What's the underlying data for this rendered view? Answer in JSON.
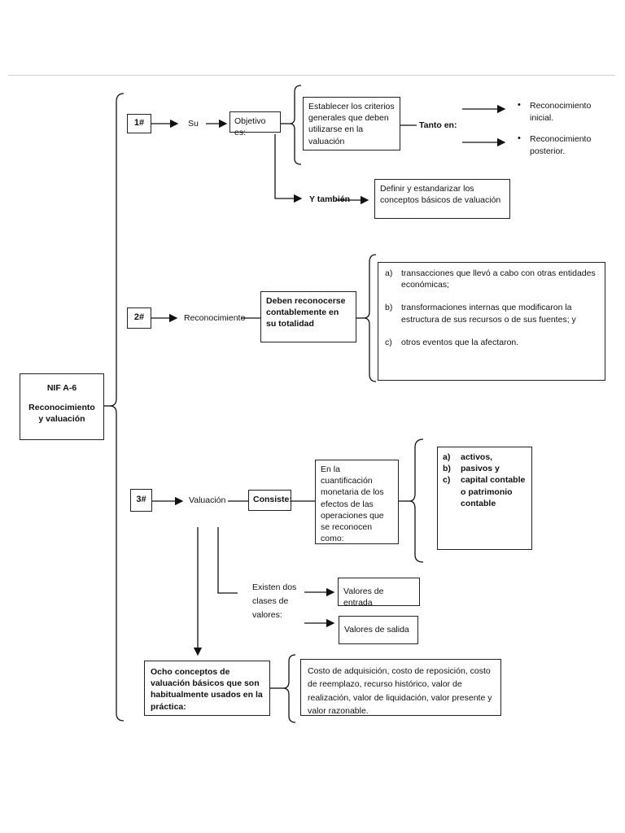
{
  "root": {
    "title": "NIF A-6",
    "subtitle": "Reconocimiento y valuación"
  },
  "sec1": {
    "num": "1#",
    "su": "Su",
    "objetivo": "Objetivo es:",
    "criterios": "Establecer los criterios generales que deben utilizarse en la valuación",
    "tanto_en": "Tanto en:",
    "bullets": [
      "Reconocimiento inicial.",
      "Reconocimiento posterior."
    ],
    "y_tambien": "Y también",
    "definir": "Definir y estandarizar los conceptos básicos de valuación"
  },
  "sec2": {
    "num": "2#",
    "label": "Reconocimiento",
    "deben": "Deben reconocerse contablemente en su totalidad",
    "items": [
      {
        "k": "a)",
        "text": "transacciones que llevó a cabo con otras entidades económicas;"
      },
      {
        "k": "b)",
        "text": "transformaciones internas que modificaron la estructura de sus recursos o de sus fuentes; y"
      },
      {
        "k": "c)",
        "text": "otros eventos que la afectaron."
      }
    ]
  },
  "sec3": {
    "num": "3#",
    "label": "Valuación",
    "consiste": "Consiste:",
    "cuantificacion": "En la cuantificación monetaria de los efectos de las operaciones que se reconocen como:",
    "items": [
      {
        "k": "a)",
        "text": "activos,"
      },
      {
        "k": "b)",
        "text": "pasivos y"
      },
      {
        "k": "c)",
        "text": "capital contable o patrimonio contable"
      }
    ],
    "existen": "Existen dos clases de valores:",
    "entrada": "Valores de entrada",
    "salida": "Valores de salida",
    "ocho": "Ocho conceptos de valuación básicos que son habitualmente usados en la práctica:",
    "costos": "Costo de adquisición, costo de reposición, costo de reemplazo, recurso histórico, valor de realización, valor de liquidación, valor presente y valor razonable."
  }
}
